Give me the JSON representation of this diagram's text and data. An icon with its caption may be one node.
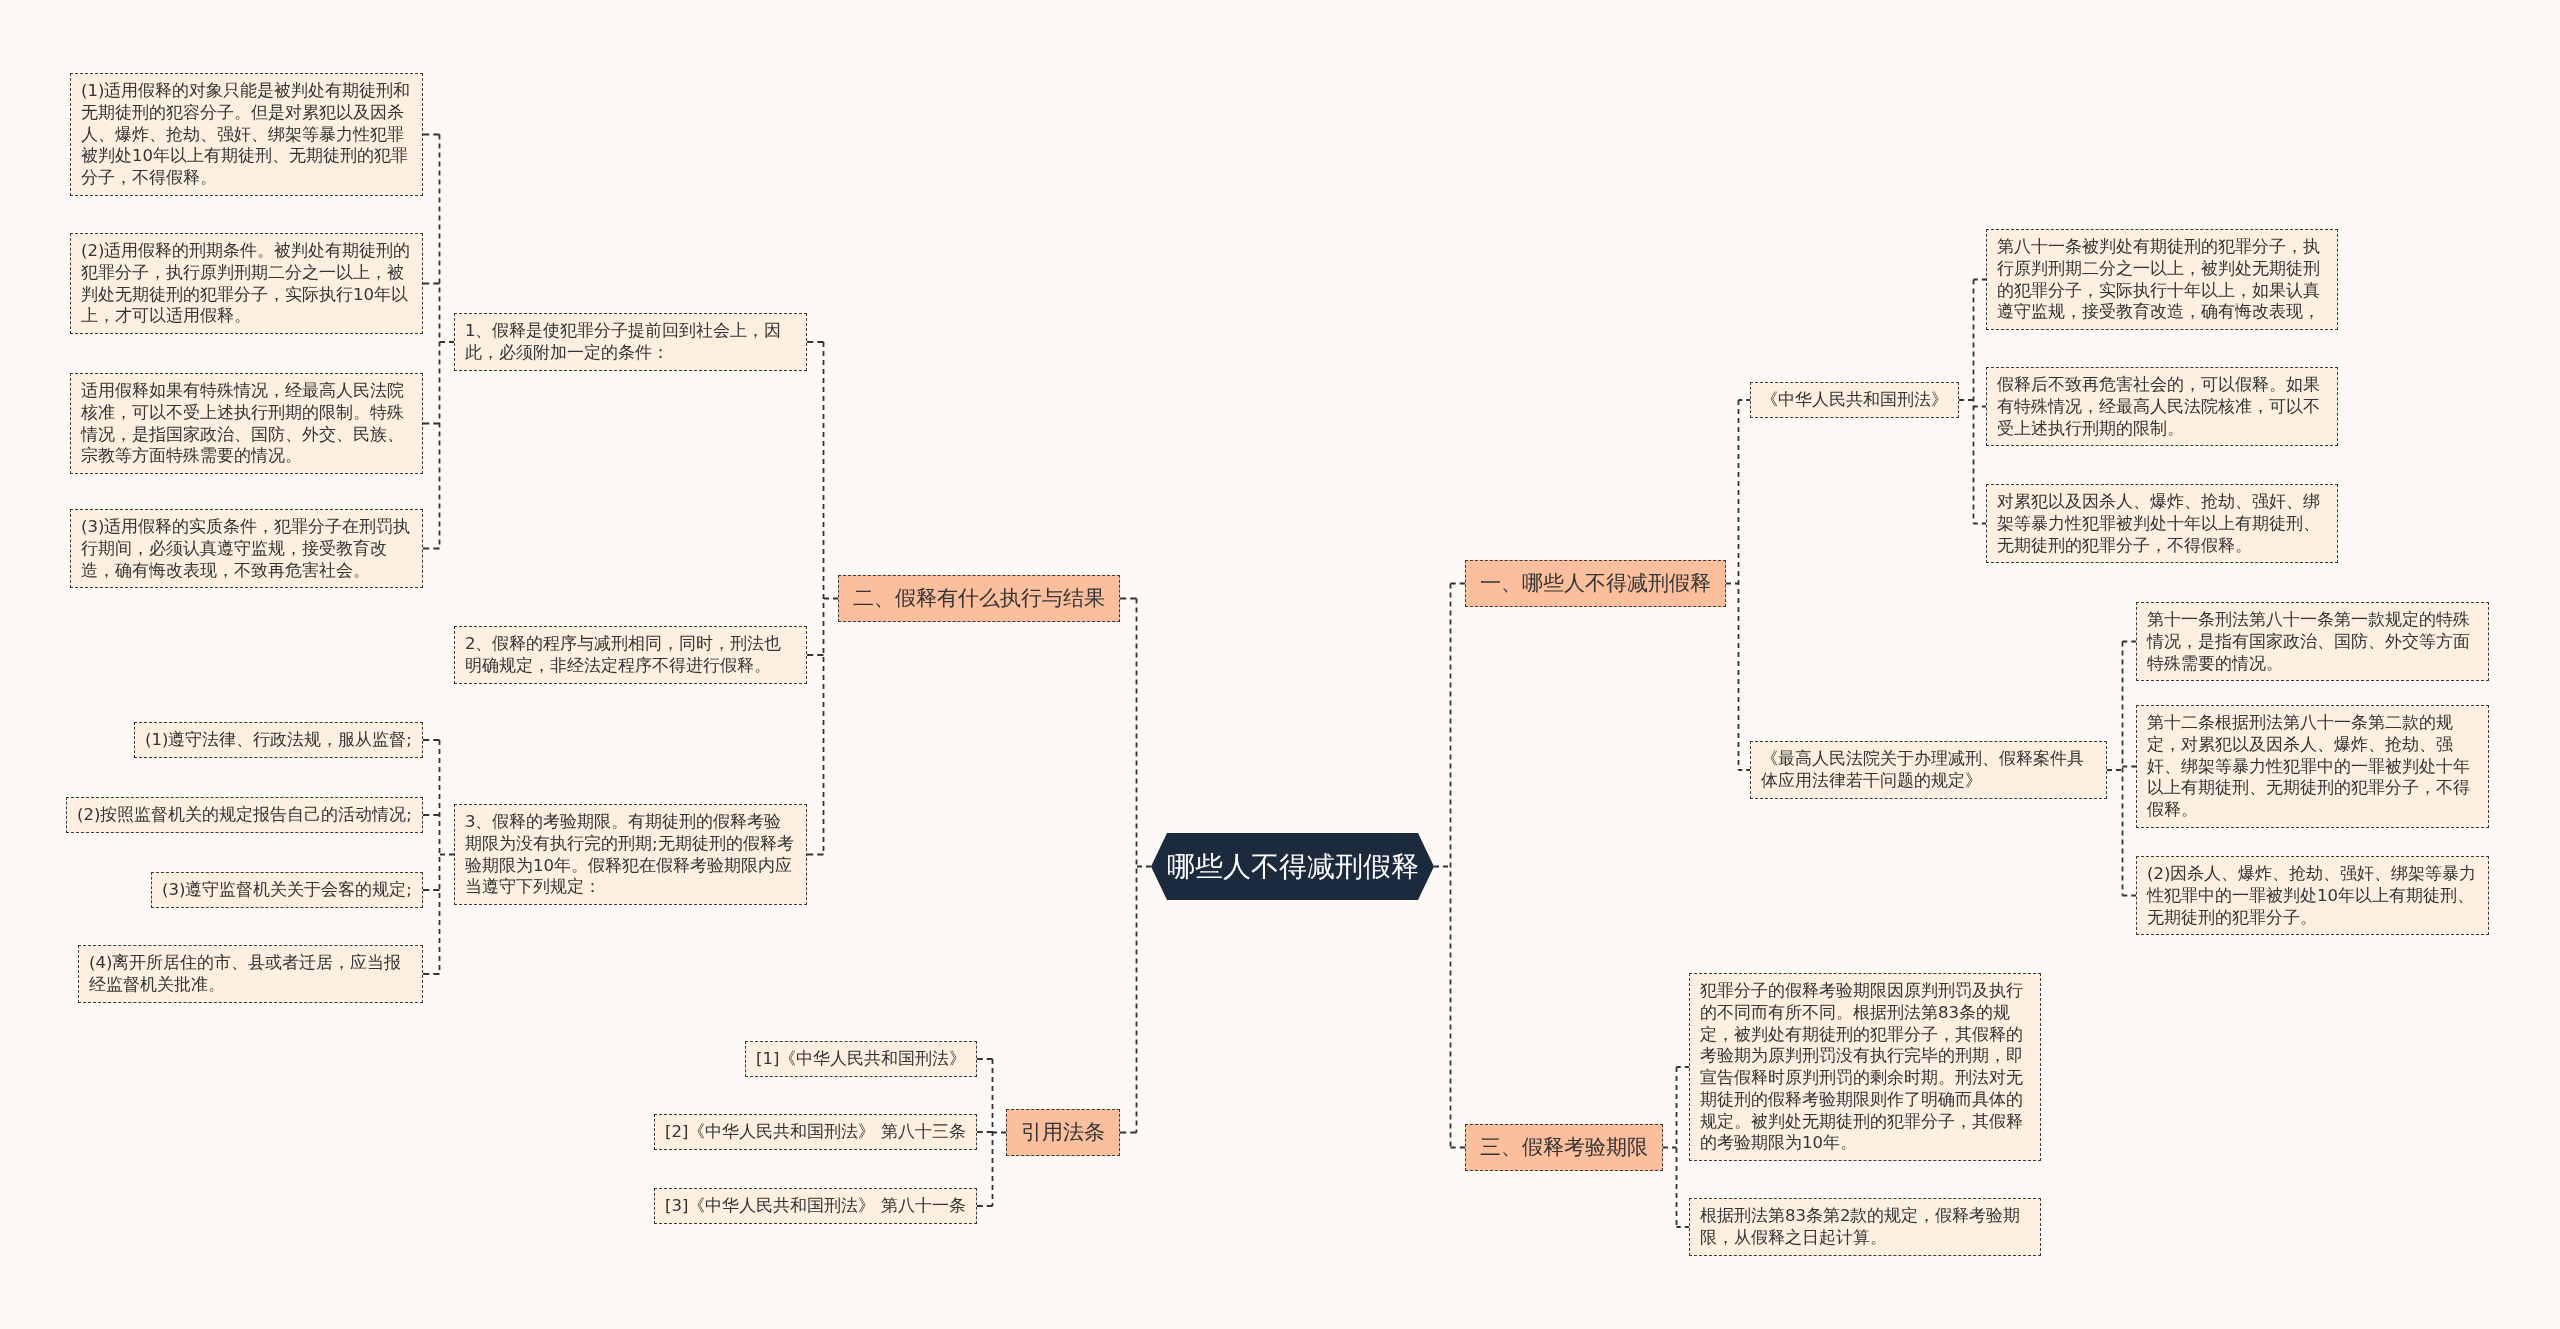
{
  "diagram": {
    "nodes": [
      {
        "text": [
          "哪些人不得减刑假释"
        ]
      },
      {
        "text": [
          "二、假释有什么执行与结果"
        ]
      },
      {
        "text": [
          "1、假释是使犯罪分子提前回到社会上，因此，必须附加一定的条件："
        ]
      },
      {
        "text": [
          "(1)适用假释的对象只能是被判处有期徒刑和无期徒刑的犯容分子。但是对累犯以及因杀人、爆炸、抢劫、强奸、绑架等暴力性犯罪被判处10年以上有期徒刑、无期徒刑的犯罪分子，不得假释。"
        ]
      },
      {
        "text": [
          "(2)适用假释的刑期条件。被判处有期徒刑的犯罪分子，执行原判刑期二分之一以上，被判处无期徒刑的犯罪分子，实际执行10年以上，才可以适用假释。"
        ]
      },
      {
        "text": [
          "适用假释如果有特殊情况，经最高人民法院核准，可以不受上述执行刑期的限制。特殊情况，是指国家政治、国防、外交、民族、宗教等方面特殊需要的情况。"
        ]
      },
      {
        "text": [
          "(3)适用假释的实质条件，犯罪分子在刑罚执行期间，必须认真遵守监规，接受教育改造，确有悔改表现，不致再危害社会。"
        ]
      },
      {
        "text": [
          "2、假释的程序与减刑相同，同时，刑法也明确规定，非经法定程序不得进行假释。"
        ]
      },
      {
        "text": [
          "3、假释的考验期限。有期徒刑的假释考验期限为没有执行完的刑期;无期徒刑的假释考验期限为10年。假释犯在假释考验期限内应当遵守下列规定："
        ]
      },
      {
        "text": [
          "(1)遵守法律、行政法规，服从监督;"
        ]
      },
      {
        "text": [
          "(2)按照监督机关的规定报告自己的活动情况;"
        ]
      },
      {
        "text": [
          "(3)遵守监督机关关于会客的规定;"
        ]
      },
      {
        "text": [
          "(4)离开所居住的市、县或者迁居，应当报经监督机关批准。"
        ]
      },
      {
        "text": [
          "引用法条"
        ]
      },
      {
        "text": [
          "[1]《中华人民共和国刑法》"
        ]
      },
      {
        "text": [
          "[2]《中华人民共和国刑法》 第八十三条"
        ]
      },
      {
        "text": [
          "[3]《中华人民共和国刑法》 第八十一条"
        ]
      },
      {
        "text": [
          "一、哪些人不得减刑假释"
        ]
      },
      {
        "text": [
          "《中华人民共和国刑法》"
        ]
      },
      {
        "text": [
          "第八十一条被判处有期徒刑的犯罪分子，执行原判刑期二分之一以上，被判处无期徒刑的犯罪分子，实际执行十年以上，如果认真遵守监规，接受教育改造，确有悔改表现，"
        ]
      },
      {
        "text": [
          "假释后不致再危害社会的，可以假释。如果有特殊情况，经最高人民法院核准，可以不受上述执行刑期的限制。"
        ]
      },
      {
        "text": [
          "对累犯以及因杀人、爆炸、抢劫、强奸、绑架等暴力性犯罪被判处十年以上有期徒刑、无期徒刑的犯罪分子，不得假释。"
        ]
      },
      {
        "text": [
          "《最高人民法院关于办理减刑、假释案件具体应用法律若干问题的规定》"
        ]
      },
      {
        "text": [
          "第十一条刑法第八十一条第一款规定的特殊情况，是指有国家政治、国防、外交等方面特殊需要的情况。"
        ]
      },
      {
        "text": [
          "第十二条根据刑法第八十一条第二款的规定，对累犯以及因杀人、爆炸、抢劫、强奸、绑架等暴力性犯罪中的一罪被判处十年以上有期徒刑、无期徒刑的犯罪分子，不得假释。"
        ]
      },
      {
        "text": [
          "(2)因杀人、爆炸、抢劫、强奸、绑架等暴力性犯罪中的一罪被判处10年以上有期徒刑、无期徒刑的犯罪分子。"
        ]
      },
      {
        "text": [
          "三、假释考验期限"
        ]
      },
      {
        "text": [
          "犯罪分子的假释考验期限因原判刑罚及执行的不同而有所不同。根据刑法第83条的规定，被判处有期徒刑的犯罪分子，其假释的考验期为原判刑罚没有执行完毕的刑期，即宣告假释时原判刑罚的剩余时期。刑法对无期徒刑的假释考验期限则作了明确而具体的规定。被判处无期徒刑的犯罪分子，其假释的考验期限为10年。"
        ]
      },
      {
        "text": [
          "根据刑法第83条第2款的规定，假释考验期限，从假释之日起计算。"
        ]
      }
    ],
    "edges": [
      {
        "from": 0,
        "to": 1,
        "arrow": "none"
      },
      {
        "from": 1,
        "to": 2,
        "arrow": "none"
      },
      {
        "from": 2,
        "to": 3,
        "arrow": "none"
      },
      {
        "from": 2,
        "to": 4,
        "arrow": "none"
      },
      {
        "from": 2,
        "to": 5,
        "arrow": "none"
      },
      {
        "from": 2,
        "to": 6,
        "arrow": "none"
      },
      {
        "from": 1,
        "to": 7,
        "arrow": "none"
      },
      {
        "from": 1,
        "to": 8,
        "arrow": "none"
      },
      {
        "from": 8,
        "to": 9,
        "arrow": "none"
      },
      {
        "from": 8,
        "to": 10,
        "arrow": "none"
      },
      {
        "from": 8,
        "to": 11,
        "arrow": "none"
      },
      {
        "from": 8,
        "to": 12,
        "arrow": "none"
      },
      {
        "from": 0,
        "to": 13,
        "arrow": "none"
      },
      {
        "from": 13,
        "to": 14,
        "arrow": "none"
      },
      {
        "from": 13,
        "to": 15,
        "arrow": "none"
      },
      {
        "from": 13,
        "to": 16,
        "arrow": "none"
      },
      {
        "from": 0,
        "to": 17,
        "arrow": "none"
      },
      {
        "from": 17,
        "to": 18,
        "arrow": "none"
      },
      {
        "from": 18,
        "to": 19,
        "arrow": "none"
      },
      {
        "from": 18,
        "to": 20,
        "arrow": "none"
      },
      {
        "from": 18,
        "to": 21,
        "arrow": "none"
      },
      {
        "from": 17,
        "to": 22,
        "arrow": "none"
      },
      {
        "from": 22,
        "to": 23,
        "arrow": "none"
      },
      {
        "from": 22,
        "to": 24,
        "arrow": "none"
      },
      {
        "from": 22,
        "to": 25,
        "arrow": "none"
      },
      {
        "from": 0,
        "to": 26,
        "arrow": "none"
      },
      {
        "from": 26,
        "to": 27,
        "arrow": "none"
      },
      {
        "from": 26,
        "to": 28,
        "arrow": "none"
      }
    ]
  }
}
